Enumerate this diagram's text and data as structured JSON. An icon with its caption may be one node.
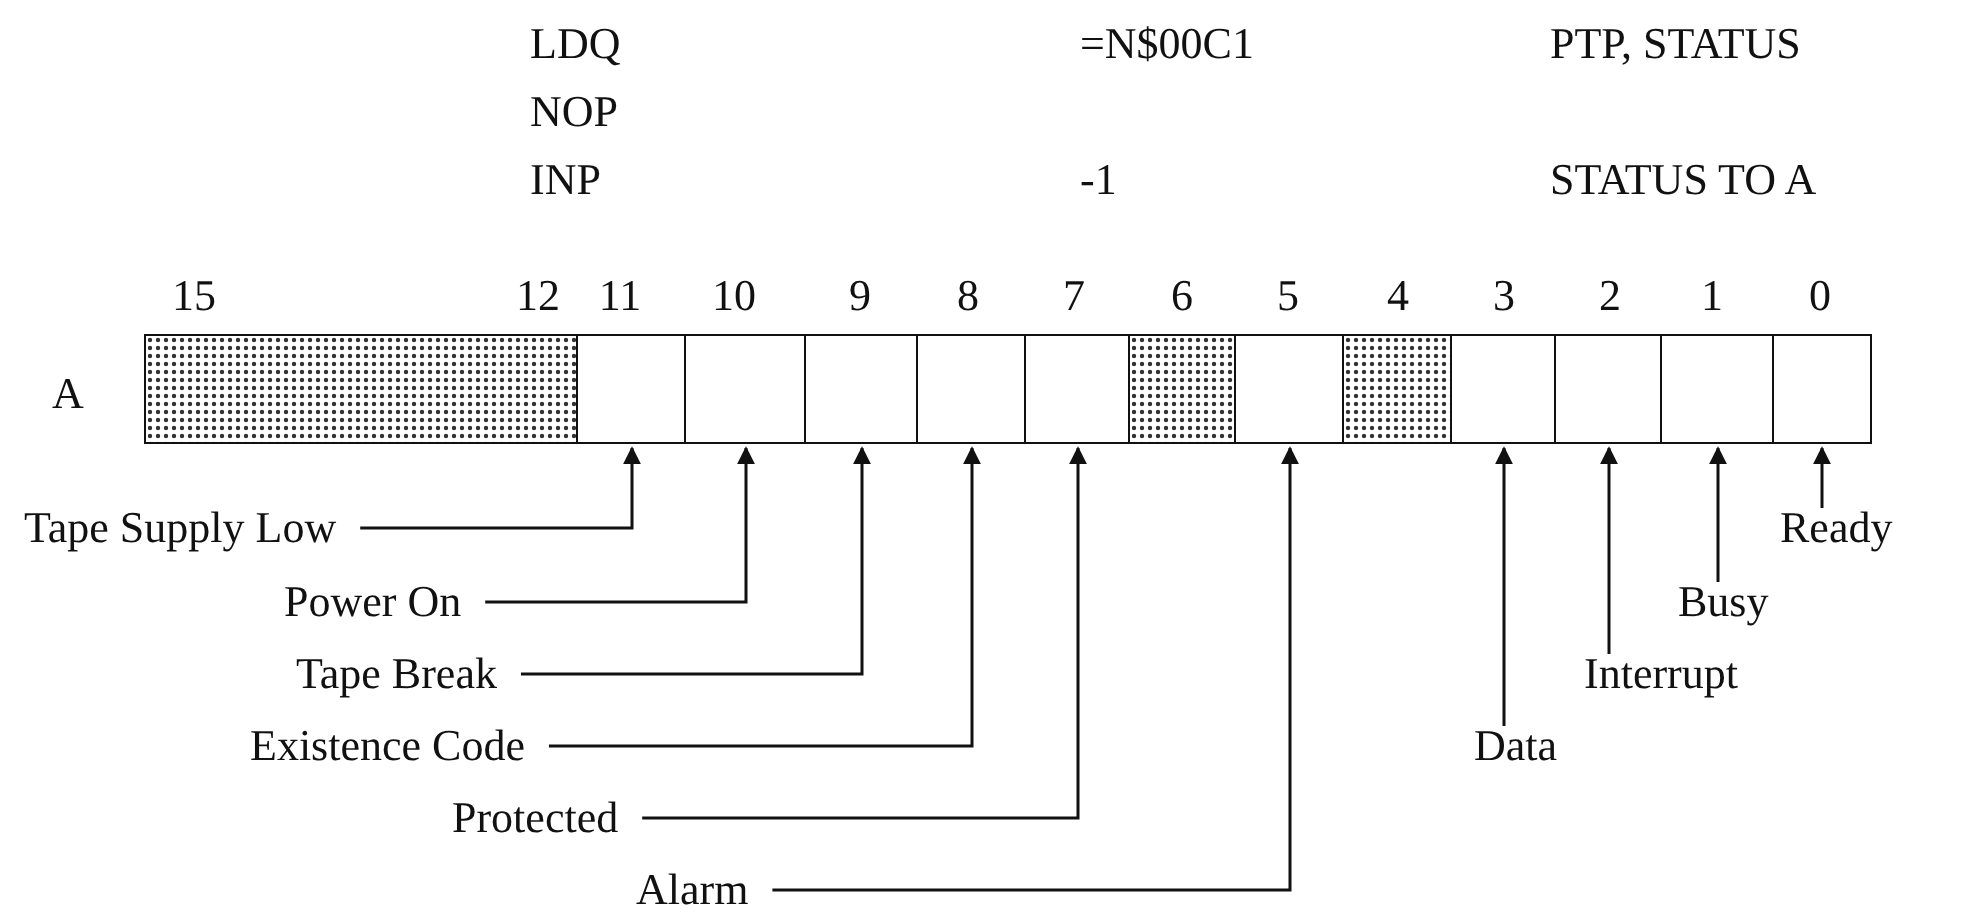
{
  "diagram": {
    "nodes": [
      {
        "text": [],
        "shape": "box"
      },
      {
        "text": [],
        "shape": "box"
      },
      {
        "text": [],
        "shape": "box"
      },
      {
        "text": [],
        "shape": "box"
      },
      {
        "text": [],
        "shape": "box"
      },
      {
        "text": [],
        "shape": "box"
      },
      {
        "text": [],
        "shape": "box"
      },
      {
        "text": [],
        "shape": "box"
      },
      {
        "text": [],
        "shape": "box"
      },
      {
        "text": [],
        "shape": "box"
      },
      {
        "text": [],
        "shape": "box"
      },
      {
        "text": [],
        "shape": "box"
      },
      {
        "text": [],
        "shape": "box"
      },
      {
        "text": [
          "Tape Supply Low"
        ]
      },
      {
        "text": [
          "Ready"
        ]
      },
      {
        "text": [
          "Power On"
        ]
      },
      {
        "text": [
          "Busy"
        ]
      },
      {
        "text": [
          "Tape Break"
        ]
      },
      {
        "text": [
          "Interrupt"
        ]
      },
      {
        "text": [
          "Existence Code"
        ]
      },
      {
        "text": [
          "Data"
        ]
      },
      {
        "text": [
          "Protected"
        ]
      },
      {
        "text": [
          "Alarm"
        ]
      }
    ],
    "edges": [
      {
        "from": 13,
        "to": 1,
        "arrow": "to"
      },
      {
        "from": 14,
        "to": 12,
        "arrow": "to"
      },
      {
        "from": 15,
        "to": 2,
        "arrow": "to"
      },
      {
        "from": 16,
        "to": 11,
        "arrow": "to"
      },
      {
        "from": 17,
        "to": 3,
        "arrow": "to"
      },
      {
        "from": 18,
        "to": 10,
        "arrow": "to"
      },
      {
        "from": 19,
        "to": 4,
        "arrow": "to"
      },
      {
        "from": 20,
        "to": 9,
        "arrow": "to"
      },
      {
        "from": 21,
        "to": 5,
        "arrow": "to"
      },
      {
        "from": 22,
        "to": 7,
        "arrow": "to"
      }
    ],
    "labels": [
      "LDQ",
      "=N$00C1",
      "PTP, STATUS",
      "NOP",
      "INP",
      "-1",
      "STATUS TO A",
      "15",
      "12",
      "11",
      "10",
      "9",
      "8",
      "7",
      "6",
      "5",
      "4",
      "3",
      "2",
      "1",
      "0",
      "A"
    ]
  }
}
